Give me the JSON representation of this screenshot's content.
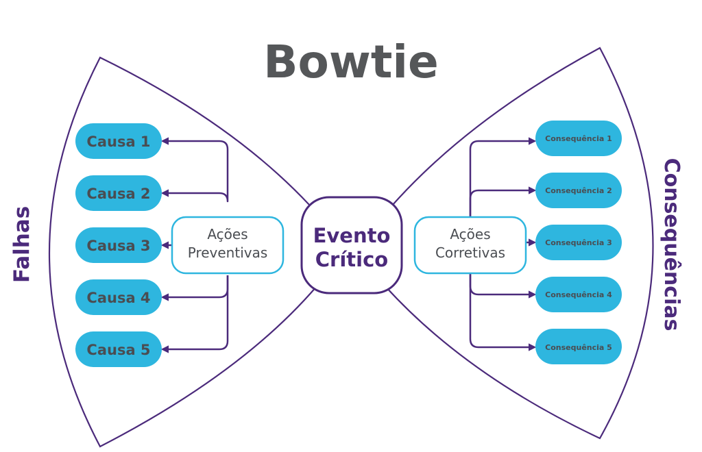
{
  "title": "Bowtie",
  "left_label": "Falhas",
  "right_label": "Consequências",
  "center_event": [
    "Evento",
    "Crítico"
  ],
  "preventive_actions": [
    "Ações",
    "Preventivas"
  ],
  "corrective_actions": [
    "Ações",
    "Corretivas"
  ],
  "causes": [
    "Causa 1",
    "Causa 2",
    "Causa 3",
    "Causa 4",
    "Causa 5"
  ],
  "consequences": [
    "Consequência 1",
    "Consequência 2",
    "Consequência 3",
    "Consequência 4",
    "Consequência 5"
  ],
  "colors": {
    "purple": "#4b2a7b",
    "cyan": "#2eb6df",
    "gray_text": "#4a4d52",
    "title_gray": "#555759"
  }
}
